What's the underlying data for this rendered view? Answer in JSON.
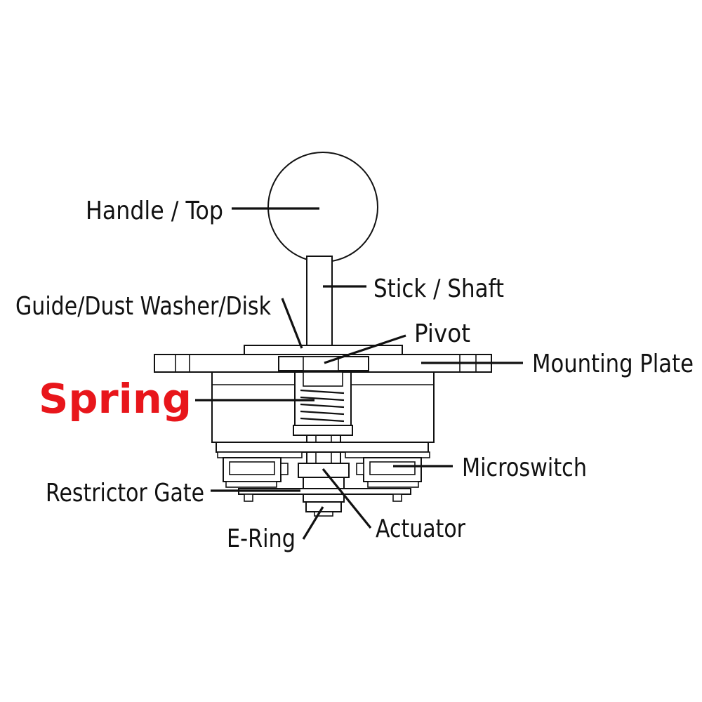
{
  "colors": {
    "line": "#111111",
    "highlight": "#e8161b",
    "background": "#ffffff"
  },
  "labels": {
    "handle": "Handle / Top",
    "shaft": "Stick / Shaft",
    "guide": "Guide/Dust Washer/Disk",
    "pivot": "Pivot",
    "mounting_plate": "Mounting Plate",
    "spring": "Spring",
    "microswitch": "Microswitch",
    "restrictor_gate": "Restrictor Gate",
    "actuator": "Actuator",
    "e_ring": "E-Ring"
  }
}
